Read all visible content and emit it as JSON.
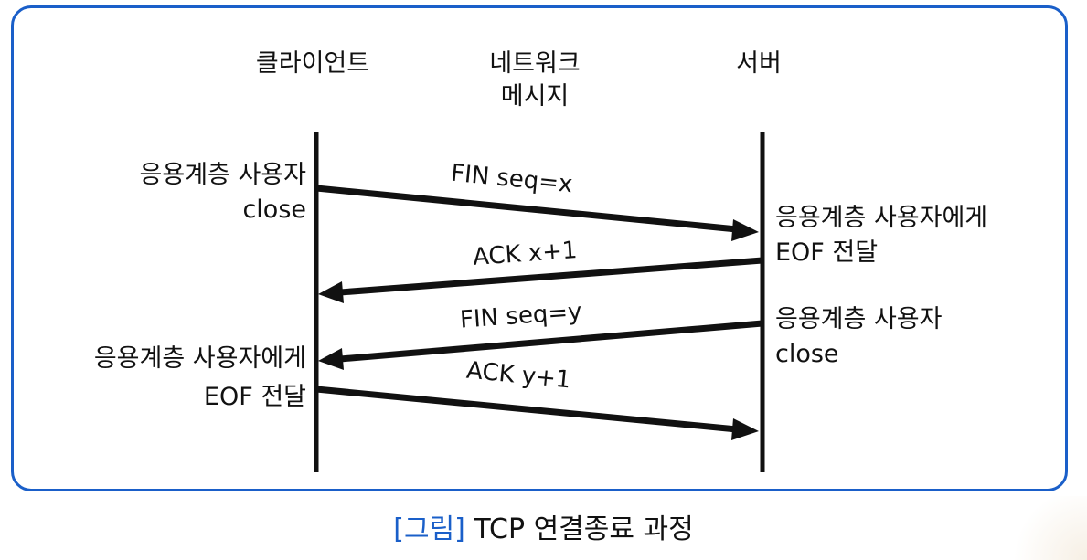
{
  "headers": {
    "client": "클라이언트",
    "network_line1": "네트워크",
    "network_line2": "메시지",
    "server": "서버"
  },
  "left_labels": {
    "close_line1": "응용계층 사용자",
    "close_line2": "close",
    "eof_line1": "응용계층 사용자에게",
    "eof_line2": "EOF 전달"
  },
  "right_labels": {
    "eof_line1": "응용계층 사용자에게",
    "eof_line2": "EOF 전달",
    "close_line1": "응용계층 사용자",
    "close_line2": "close"
  },
  "messages": [
    {
      "label": "FIN seq=x",
      "direction": "client-to-server"
    },
    {
      "label": "ACK x+1",
      "direction": "server-to-client"
    },
    {
      "label": "FIN seq=y",
      "direction": "server-to-client"
    },
    {
      "label": "ACK y+1",
      "direction": "client-to-server"
    }
  ],
  "caption": {
    "tag": "[그림]",
    "text": " TCP 연결종료 과정"
  },
  "colors": {
    "frame": "#1a5fc9",
    "caption_tag": "#1a5fc9",
    "line": "#111111"
  }
}
